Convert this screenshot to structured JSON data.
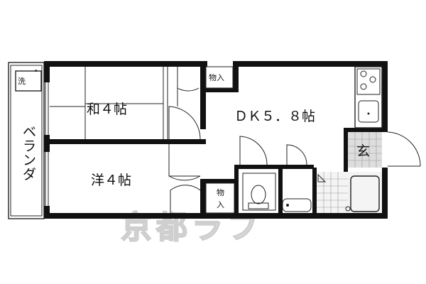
{
  "rooms": {
    "washitsu": "和４帖",
    "youshitsu": "洋４帖",
    "dk": "ＤＫ５．８帖",
    "genkan": "玄",
    "veranda": "ベランダ",
    "storage_top": "物入",
    "storage_bottom_line1": "物",
    "storage_bottom_line2": "入",
    "washer": "洗"
  },
  "watermark": "京都ラフ"
}
